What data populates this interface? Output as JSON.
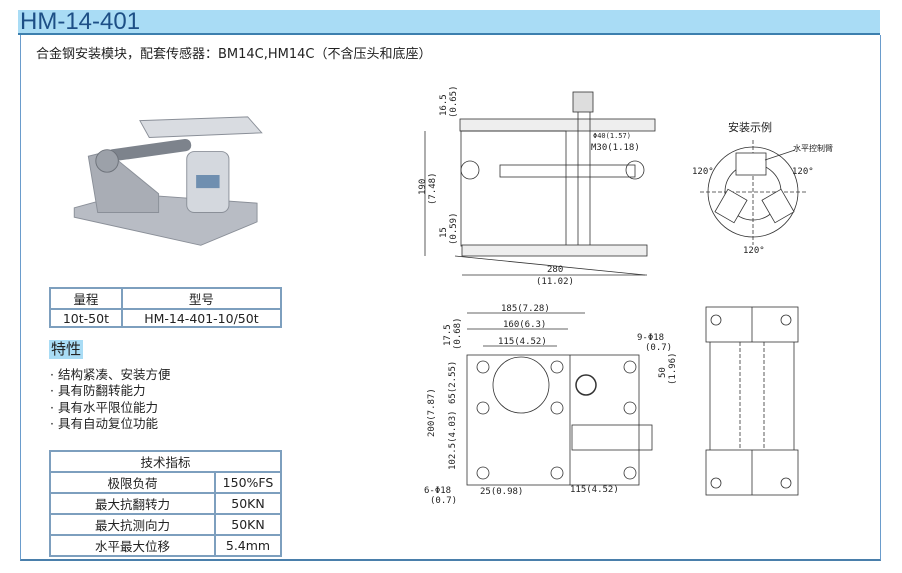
{
  "header": {
    "title": "HM-14-401"
  },
  "subtitle": "合金钢安装模块，配套传感器：BM14C,HM14C（不含压头和底座）",
  "model_table": {
    "headers": [
      "量程",
      "型号"
    ],
    "rows": [
      [
        "10t-50t",
        "HM-14-401-10/50t"
      ]
    ]
  },
  "features": {
    "heading": "特性",
    "items": [
      "结构紧凑、安装方便",
      "具有防翻转能力",
      "具有水平限位能力",
      "具有自动复位功能"
    ]
  },
  "spec_table": {
    "heading": "技术指标",
    "rows": [
      [
        "极限负荷",
        "150%FS"
      ],
      [
        "最大抗翻转力",
        "50KN"
      ],
      [
        "最大抗测向力",
        "50KN"
      ],
      [
        "水平最大位移",
        "5.4mm"
      ]
    ]
  },
  "colors": {
    "title_bg": "#a9dcf5",
    "title_text": "#1d4f86",
    "border": "#4a7fab"
  },
  "drawings": {
    "front": {
      "d1": "16.5",
      "d1i": "(0.65)",
      "d2": "190",
      "d2i": "(7.48)",
      "d3": "15",
      "d3i": "(0.59)",
      "d4": "280",
      "d4i": "(11.02)",
      "d5": "Φ40(1.57)",
      "d6": "M30(1.18)"
    },
    "top": {
      "w1": "185(7.28)",
      "w2": "160(6.3)",
      "w3": "115(4.52)",
      "w4": "25(0.98)",
      "w5": "115(4.52)",
      "h1": "17.5",
      "h1i": "(0.68)",
      "h2": "200(7.87)",
      "h3": "65(2.55)",
      "h4": "102.5(4.03)",
      "h5": "50",
      "h5i": "(1.96)",
      "holes1": "9-Φ18",
      "holes1i": "(0.7)",
      "holes2": "6-Φ18",
      "holes2i": "(0.7)"
    },
    "example": {
      "title": "安装示例",
      "arm_label": "水平控制臂",
      "angle_left": "120°",
      "angle_right": "120°",
      "angle_bottom": "120°"
    }
  }
}
